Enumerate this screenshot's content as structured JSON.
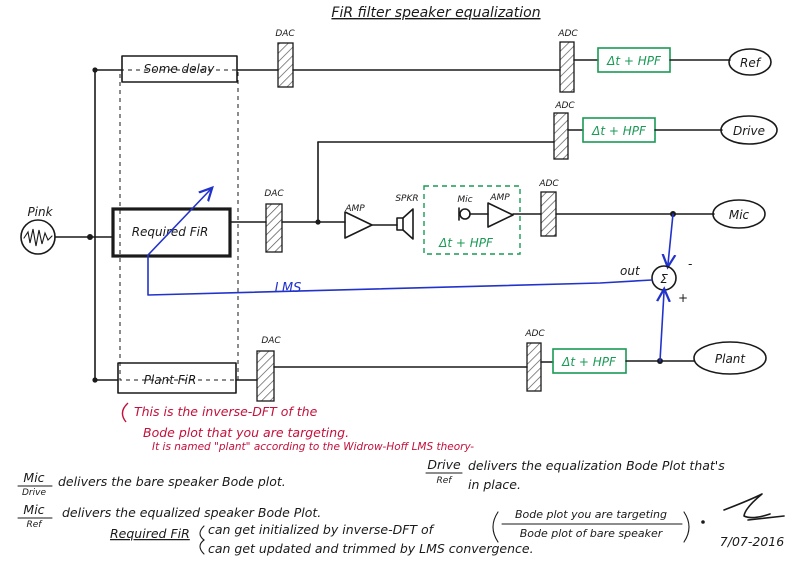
{
  "title": "FiR filter speaker equalization",
  "blocks": {
    "some_delay": "Some delay",
    "required_fir": "Required FiR",
    "plant_fir": "Plant FiR",
    "dac": "DAC",
    "adc": "ADC",
    "amp": "AMP",
    "spkr": "SPKR",
    "mic_small": "Mic",
    "dt_hpf": "Δt + HPF"
  },
  "io": {
    "pink": "Pink",
    "ref": "Ref",
    "drive": "Drive",
    "mic": "Mic",
    "plant": "Plant"
  },
  "sum": {
    "sigma": "Σ",
    "minus": "-",
    "plus": "+",
    "out": "out"
  },
  "lms": "LMS",
  "red_note": [
    "This is the inverse-DFT of the",
    "Bode plot that you are targeting.",
    "It is named \"plant\" according to the Widrow-Hoff LMS theory-"
  ],
  "notes": {
    "mic_drive_num": "Mic",
    "mic_drive_den": "Drive",
    "mic_drive_text": "delivers the bare speaker Bode plot.",
    "mic_ref_num": "Mic",
    "mic_ref_den": "Ref",
    "mic_ref_text": "delivers the equalized speaker Bode Plot.",
    "drive_ref_num": "Drive",
    "drive_ref_den": "Ref",
    "drive_ref_text_1": "delivers the equalization Bode Plot that's",
    "drive_ref_text_2": "in place.",
    "req_fir_label": "Required FiR",
    "req_fir_line1_a": "can get initialized by inverse-DFT of",
    "req_fir_frac_num": "Bode plot you are targeting",
    "req_fir_frac_den": "Bode plot of bare speaker",
    "req_fir_line2": "can get updated and trimmed by LMS convergence.",
    "date": "7/07-2016"
  }
}
